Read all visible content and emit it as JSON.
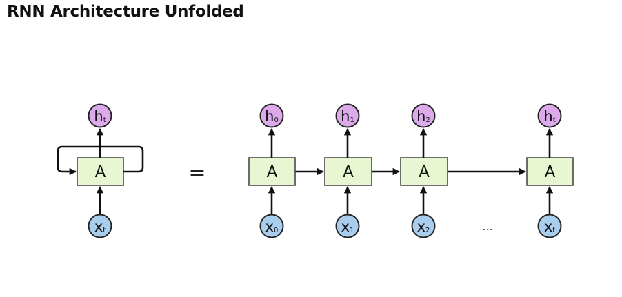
{
  "title": "RNN Architecture Unfolded",
  "colors": {
    "cell_fill": "#e8f6d2",
    "output_node_fill": "#dcaaea",
    "input_node_fill": "#a9cdec",
    "edge": "#111111"
  },
  "rolled": {
    "cell_label": "A",
    "output": {
      "main": "h",
      "sub": "t"
    },
    "input": {
      "main": "x",
      "sub": "t"
    }
  },
  "equals": "=",
  "unrolled": [
    {
      "cell_label": "A",
      "output": {
        "main": "h",
        "sub": "0"
      },
      "input": {
        "main": "x",
        "sub": "0"
      }
    },
    {
      "cell_label": "A",
      "output": {
        "main": "h",
        "sub": "1"
      },
      "input": {
        "main": "x",
        "sub": "1"
      }
    },
    {
      "cell_label": "A",
      "output": {
        "main": "h",
        "sub": "2"
      },
      "input": {
        "main": "x",
        "sub": "2"
      }
    },
    {
      "cell_label": "A",
      "output": {
        "main": "h",
        "sub": "t"
      },
      "input": {
        "main": "x",
        "sub": "t"
      }
    }
  ],
  "ellipsis": "..."
}
